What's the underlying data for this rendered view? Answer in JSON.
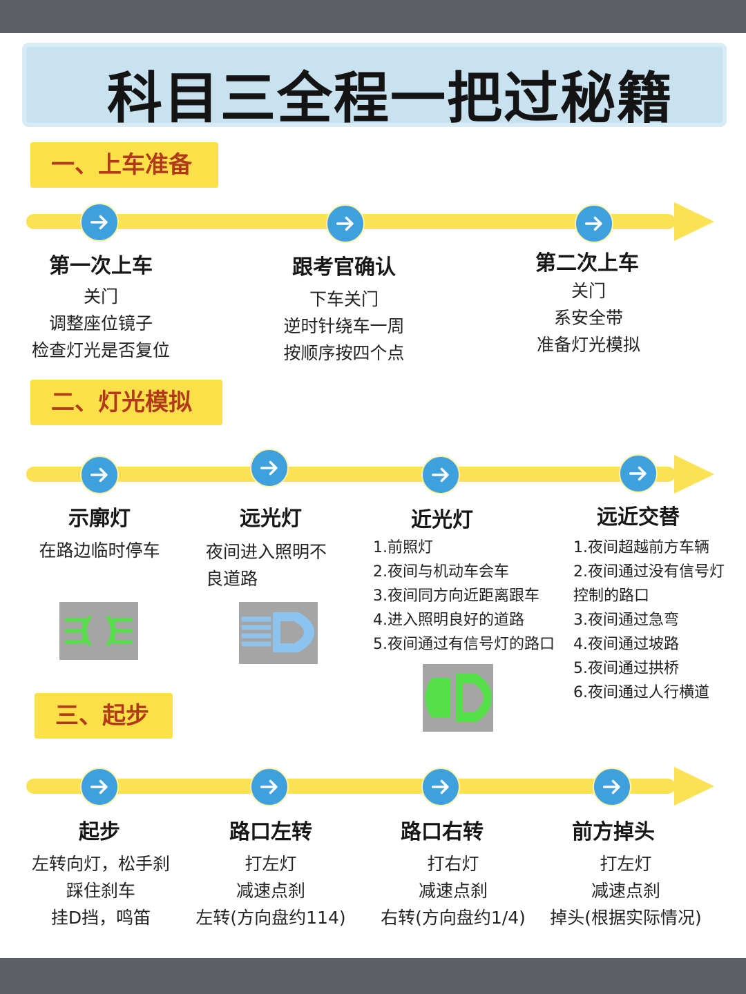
{
  "title": "科目三全程一把过秘籍",
  "sections": [
    {
      "label": "一、上车准备",
      "steps": [
        {
          "title": "第一次上车",
          "lines": [
            "关门",
            "调整座位镜子",
            "检查灯光是否复位"
          ]
        },
        {
          "title": "跟考官确认",
          "lines": [
            "下车关门",
            "逆时针绕车一周",
            "按顺序按四个点"
          ]
        },
        {
          "title": "第二次上车",
          "lines": [
            "关门",
            "系安全带",
            "准备灯光模拟"
          ]
        }
      ]
    },
    {
      "label": "二、灯光模拟",
      "steps": [
        {
          "title": "示廓灯",
          "lines": [
            "在路边临时停车"
          ],
          "icon": "position-lamp-icon"
        },
        {
          "title": "远光灯",
          "lines": [
            "夜间进入照明不",
            "良道路"
          ],
          "icon": "high-beam-icon"
        },
        {
          "title": "近光灯",
          "lines": [
            "1.前照灯",
            "2.夜间与机动车会车",
            "3.夜间同方向近距离跟车",
            "4.进入照明良好的道路",
            "5.夜间通过有信号灯的路口"
          ],
          "icon": "low-beam-icon"
        },
        {
          "title": "远近交替",
          "lines": [
            "1.夜间超越前方车辆",
            "2.夜间通过没有信号灯",
            "控制的路口",
            "3.夜间通过急弯",
            "4.夜间通过坡路",
            "5.夜间通过拱桥",
            "6.夜间通过人行横道"
          ]
        }
      ]
    },
    {
      "label": "三、起步",
      "steps": [
        {
          "title": "起步",
          "lines": [
            "左转向灯，松手刹",
            "踩住刹车",
            "挂D挡，鸣笛"
          ]
        },
        {
          "title": "路口左转",
          "lines": [
            "打左灯",
            "减速点刹",
            "左转(方向盘约114)"
          ]
        },
        {
          "title": "路口右转",
          "lines": [
            "打右灯",
            "减速点刹",
            "右转(方向盘约1/4)"
          ]
        },
        {
          "title": "前方掉头",
          "lines": [
            "打左灯",
            "减速点刹",
            "掉头(根据实际情况)"
          ]
        }
      ]
    }
  ],
  "icons": {
    "step": "arrow-right-icon"
  },
  "colors": {
    "accent_yellow": "#fbe154",
    "circle_blue": "#3fa0de",
    "section_text": "#b23a1a",
    "banner": "#c9e2ef",
    "lamp_green": "#55e04a",
    "lamp_blue": "#8cc4ef"
  }
}
